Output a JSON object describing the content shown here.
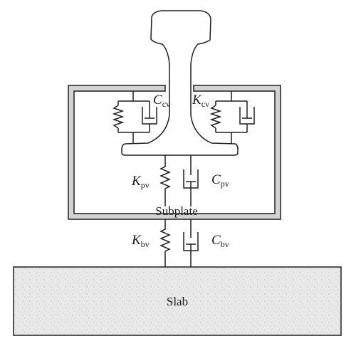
{
  "labels": {
    "ccv": {
      "main": "C",
      "sub": "cv"
    },
    "kcv": {
      "main": "K",
      "sub": "cv"
    },
    "kpv": {
      "main": "K",
      "sub": "pv"
    },
    "cpv": {
      "main": "C",
      "sub": "pv"
    },
    "kbv": {
      "main": "K",
      "sub": "bv"
    },
    "cbv": {
      "main": "C",
      "sub": "bv"
    },
    "subplate": "Subplate",
    "slab": "Slab"
  },
  "colors": {
    "line": "#1f1f1f",
    "subplate_fill": "#cfcfcf",
    "slab_fill": "#e8e8e8",
    "background": "#ffffff"
  }
}
